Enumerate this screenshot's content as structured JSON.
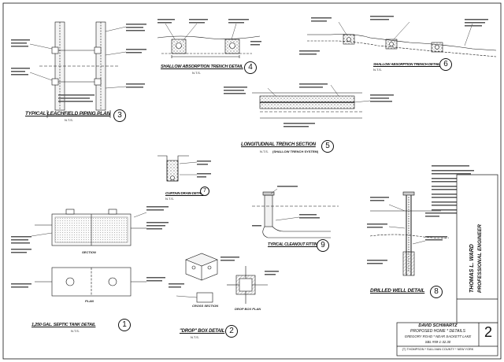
{
  "details": [
    {
      "id": "typical-leachfield-piping-plan",
      "title": "TYPICAL LEACHFIELD PIPING PLAN",
      "number": "3",
      "scale": "N.T.S."
    },
    {
      "id": "shallow-absorption-trench-detail",
      "title": "SHALLOW ABSORPTION TRENCH DETAIL",
      "number": "4",
      "scale": "N.T.S."
    },
    {
      "id": "shallow-absorption-trench-detail-2",
      "title": "SHALLOW ABSORPTION TRENCH DETAIL",
      "number": "6",
      "scale": "N.T.S."
    },
    {
      "id": "longitudinal-trench-section",
      "title": "LONGITUDINAL TRENCH SECTION",
      "subtitle": "(SHALLOW TRENCH SYSTEM)",
      "number": "5",
      "scale": "N.T.S."
    },
    {
      "id": "curtain-drain-detail",
      "title": "CURTAIN DRAIN DETAIL",
      "number": "7",
      "scale": "N.T.S."
    },
    {
      "id": "typical-cleanout-fitting",
      "title": "TYPICAL CLEANOUT FITTING",
      "number": "9",
      "scale": ""
    },
    {
      "id": "drilled-well-detail",
      "title": "DRILLED WELL DETAIL",
      "number": "8",
      "scale": ""
    },
    {
      "id": "septic-tank-detail",
      "title": "1,250 GAL. SEPTIC TANK DETAIL",
      "number": "1",
      "scale": "N.T.S."
    },
    {
      "id": "drop-box-detail",
      "title": "\"DROP\" BOX DETAIL",
      "number": "2",
      "scale": "N.T.S."
    }
  ],
  "inner_labels": {
    "section": "SECTION",
    "plan": "PLAN",
    "cross_section": "CROSS SECTION",
    "drop_box_plan": "DROP BOX PLAN"
  },
  "engineer": {
    "name": "THOMAS L. WARD",
    "title": "PROFESSIONAL ENGINEER"
  },
  "title_block": {
    "client": "DAVID SCHWARTZ",
    "project": "PROPOSED HOME * DETAILS",
    "location": "GREGORY ROAD * NEAR SACKETT LAKE",
    "sbl": "SBL #59-1-32.30",
    "town": "(T) THOMPSON * SULLIVAN COUNTY * NEW YORK",
    "sheet_number": "2"
  }
}
